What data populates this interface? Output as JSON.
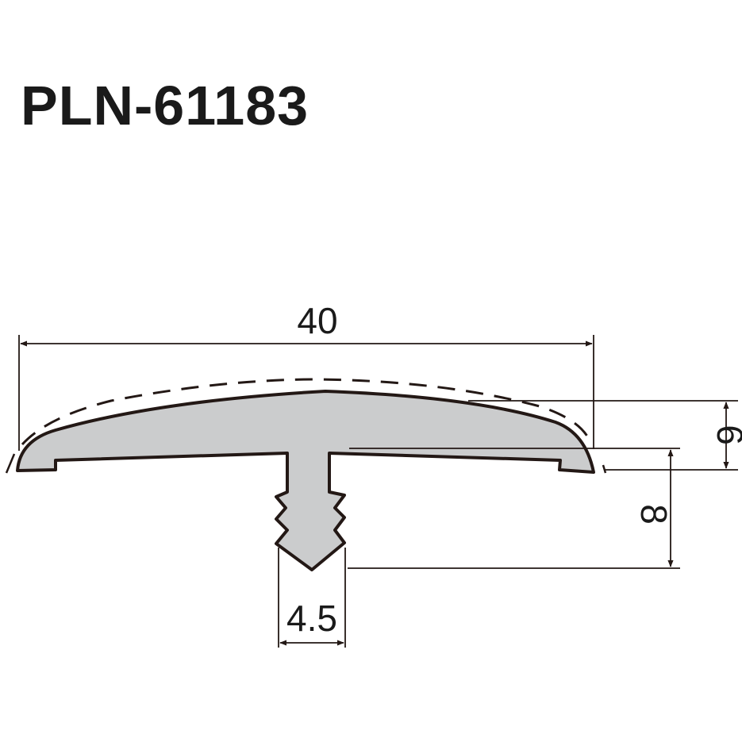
{
  "title": "PLN-61183",
  "dimensions": {
    "width_label": "40",
    "height_label": "6",
    "stem_label": "8",
    "stem_width_label": "4.5"
  },
  "colors": {
    "profile_fill": "#cbcccd",
    "outline": "#231815",
    "text": "#1a1a1a",
    "background": "#ffffff"
  }
}
